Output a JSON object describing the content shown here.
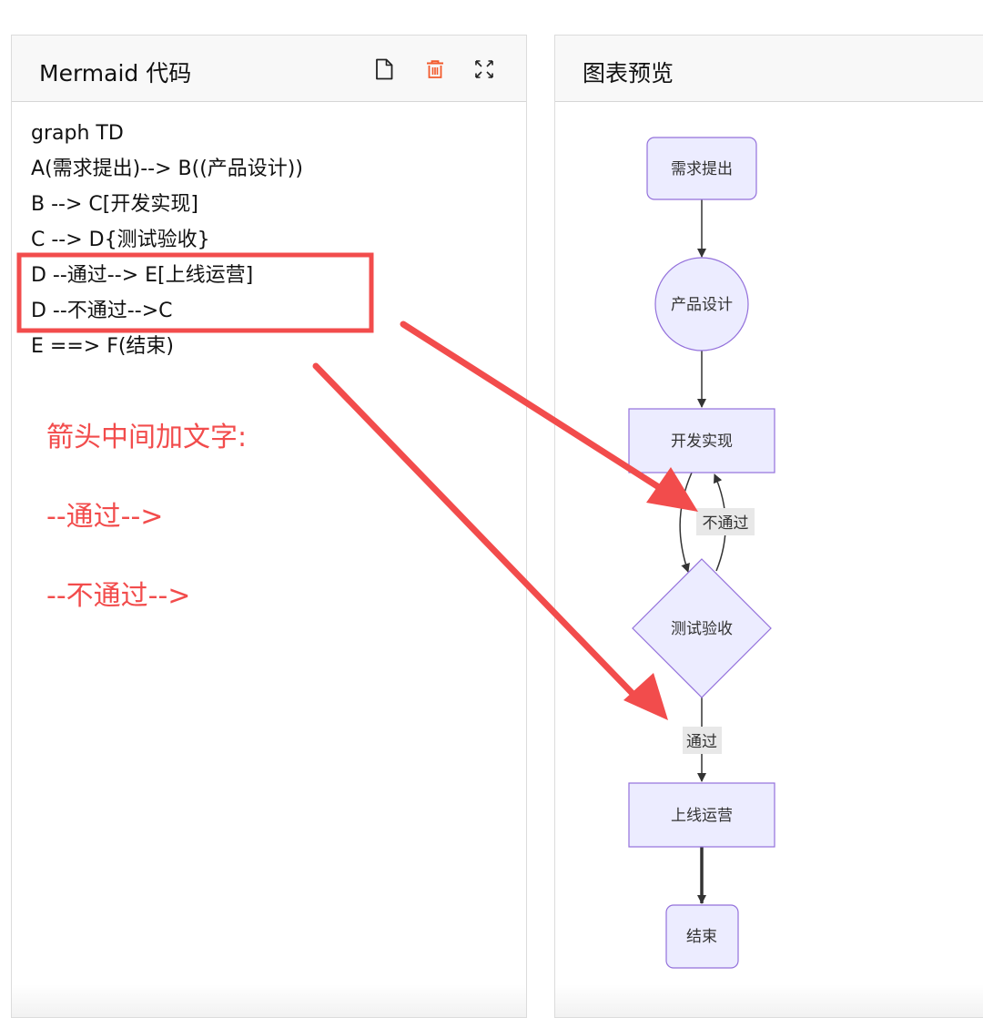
{
  "left_panel": {
    "title": "Mermaid 代码",
    "tools": [
      "new-file-icon",
      "trash-icon",
      "fullscreen-icon"
    ],
    "code_lines": [
      "graph TD",
      "A(需求提出)--> B((产品设计))",
      "B --> C[开发实现]",
      "C --> D{测试验收}",
      "D --通过--> E[上线运营]",
      "D --不通过-->C",
      "E ==> F(结束)"
    ],
    "annotation": {
      "heading": "箭头中间加文字:",
      "line1": "--通过-->",
      "line2": "--不通过-->",
      "color": "#f24c4c"
    }
  },
  "right_panel": {
    "title": "图表预览",
    "diagram": {
      "node_fill": "#ececff",
      "node_stroke": "#9370db",
      "nodes": {
        "A": "需求提出",
        "B": "产品设计",
        "C": "开发实现",
        "D": "测试验收",
        "E": "上线运营",
        "F": "结束"
      },
      "edge_labels": {
        "reject": "不通过",
        "pass": "通过"
      }
    }
  }
}
